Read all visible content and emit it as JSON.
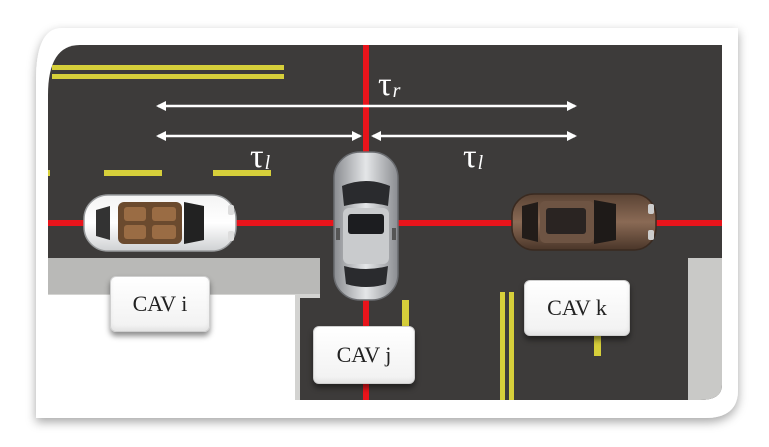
{
  "labels": {
    "tau_r_symbol": "τ",
    "tau_r_sub": "r",
    "tau_l_symbol": "τ",
    "tau_l_sub": "l",
    "cav_i": "CAV i",
    "cav_j": "CAV j",
    "cav_k": "CAV k"
  },
  "colors": {
    "road": "#3d3b3a",
    "lane_yellow": "#d6cf3a",
    "conflict_line": "#e8141b",
    "arrow": "#ffffff",
    "frame": "#ffffff"
  }
}
